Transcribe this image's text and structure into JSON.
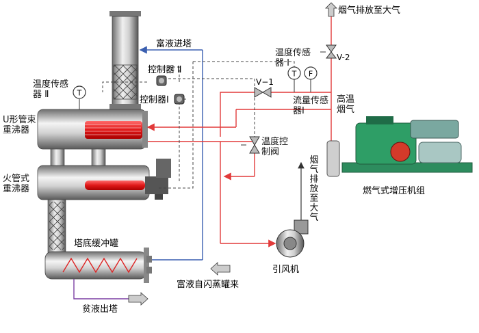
{
  "labels": {
    "rich_liquid_to_tower": "富液进塔",
    "controller_2": "控制器 Ⅱ",
    "controller_1": "控制器Ⅰ",
    "temp_sensor_2": "温度传感器 Ⅱ",
    "temp_sensor_1": "温度传感器 Ⅰ",
    "u_tube_reboiler": "U形管束重沸器",
    "fire_tube_reboiler": "火管式重沸器",
    "bottom_buffer_tank": "塔底缓冲罐",
    "lean_liquid_out": "贫液出塔",
    "rich_from_flash": "富液自闪蒸罐来",
    "induced_fan": "引风机",
    "flue_to_atm_top": "烟气排放至大气",
    "flue_to_atm_side": "烟气排放至大气",
    "valve_v1": "V−1",
    "valve_v2": "V-2",
    "flow_sensor_1": "流量传感器Ⅰ",
    "high_temp_flue": "高温烟气",
    "temp_control_valve": "温度控制阀",
    "gas_compressor_unit": "燃气式增压机组"
  },
  "symbols": {
    "T": "T",
    "F": "F"
  },
  "colors": {
    "flue_line": "#e23a3a",
    "rich_line": "#3a5fb0",
    "lean_line": "#7b3fa3",
    "heater": "#e01818"
  }
}
